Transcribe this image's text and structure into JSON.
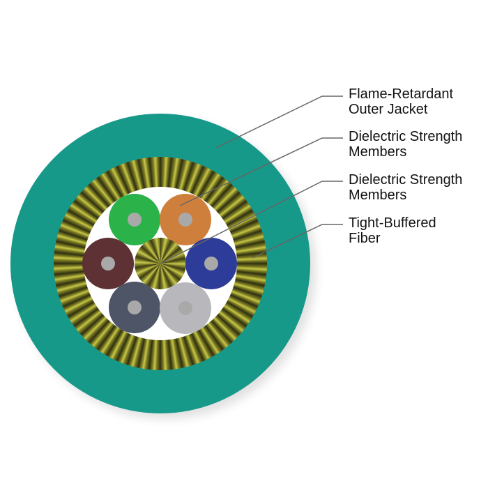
{
  "title": "Cable cross-section",
  "labels": [
    {
      "line1": "Flame-Retardant",
      "line2": "Outer Jacket"
    },
    {
      "line1": "Dielectric Strength",
      "line2": "Members"
    },
    {
      "line1": "Dielectric Strength",
      "line2": "Members"
    },
    {
      "line1": "Tight-Buffered",
      "line2": "Fiber"
    }
  ],
  "colors": {
    "jacket": "#17998a",
    "fibers": [
      "#2bb34a",
      "#cf7f3c",
      "#5e3234",
      "#2c3c98",
      "#4d5566",
      "#b8b8bc"
    ],
    "core": "#a9a9a9"
  }
}
